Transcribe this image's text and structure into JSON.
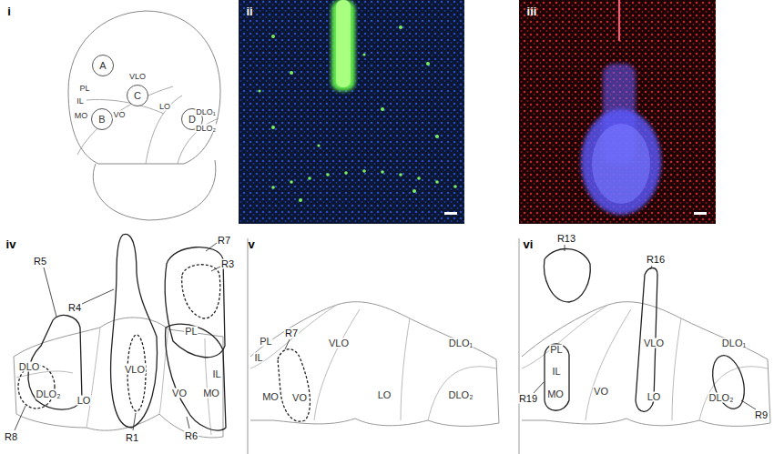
{
  "diagram": {
    "nodes": [
      {
        "text": [
          "A"
        ]
      },
      {
        "text": [
          "B"
        ]
      },
      {
        "text": [
          "C"
        ]
      },
      {
        "text": [
          "D"
        ]
      }
    ],
    "labels": [
      "i",
      "PL",
      "IL",
      "MO",
      "VO",
      "VLO",
      "LO",
      "DLO₁",
      "DLO₂",
      "ii",
      "iii",
      "iv",
      "R5",
      "R4",
      "R7",
      "R3",
      "R8",
      "R1",
      "R6",
      "DLO",
      "DLO₂",
      "LO",
      "VLO",
      "PL",
      "IL",
      "VO",
      "MO",
      "v",
      "R7",
      "PL",
      "IL",
      "MO",
      "VO",
      "VLO",
      "LO",
      "DLO₁",
      "DLO₂",
      "vi",
      "R13",
      "R16",
      "PL",
      "IL",
      "R19",
      "MO",
      "VO",
      "VLO",
      "LO",
      "DLO₁",
      "DLO₂",
      "R9"
    ]
  }
}
